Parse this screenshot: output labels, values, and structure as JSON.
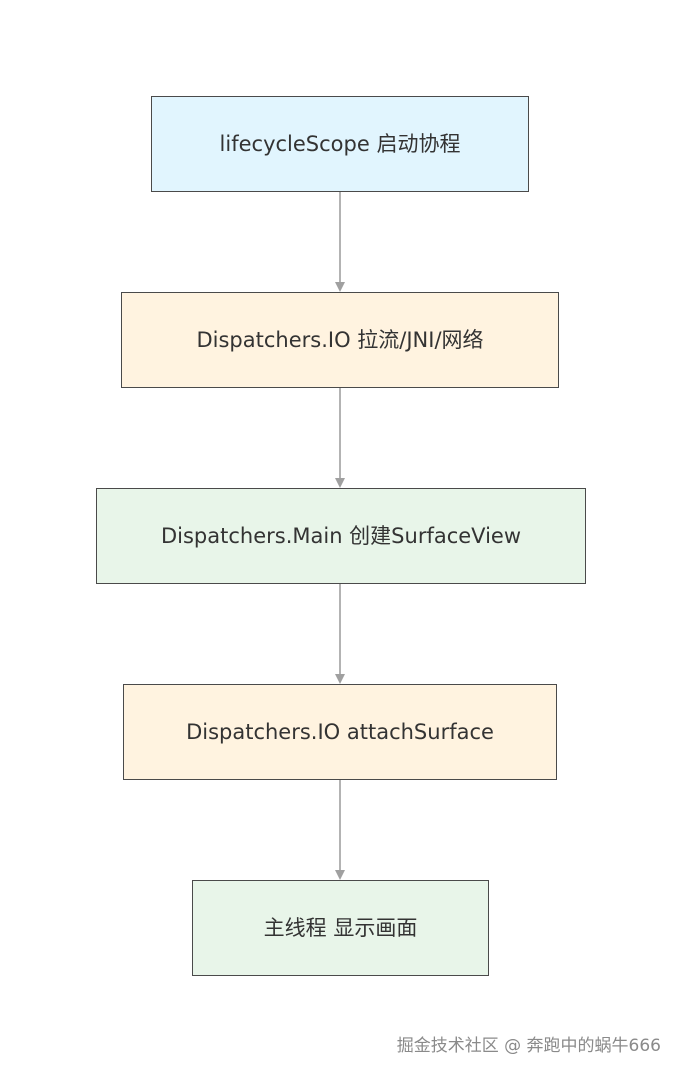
{
  "nodes": [
    {
      "id": "n1",
      "label": "lifecycleScope 启动协程",
      "fill": "#e1f5fe"
    },
    {
      "id": "n2",
      "label": "Dispatchers.IO 拉流/JNI/网络",
      "fill": "#fff3e0"
    },
    {
      "id": "n3",
      "label": "Dispatchers.Main 创建SurfaceView",
      "fill": "#e8f5e9"
    },
    {
      "id": "n4",
      "label": "Dispatchers.IO attachSurface",
      "fill": "#fff3e0"
    },
    {
      "id": "n5",
      "label": "主线程 显示画面",
      "fill": "#e8f5e9"
    }
  ],
  "edges": [
    {
      "from": "n1",
      "to": "n2"
    },
    {
      "from": "n2",
      "to": "n3"
    },
    {
      "from": "n3",
      "to": "n4"
    },
    {
      "from": "n4",
      "to": "n5"
    }
  ],
  "colors": {
    "border": "#4a4a4a",
    "edge": "#a0a0a0"
  },
  "watermark": "掘金技术社区 @ 奔跑中的蜗牛666"
}
